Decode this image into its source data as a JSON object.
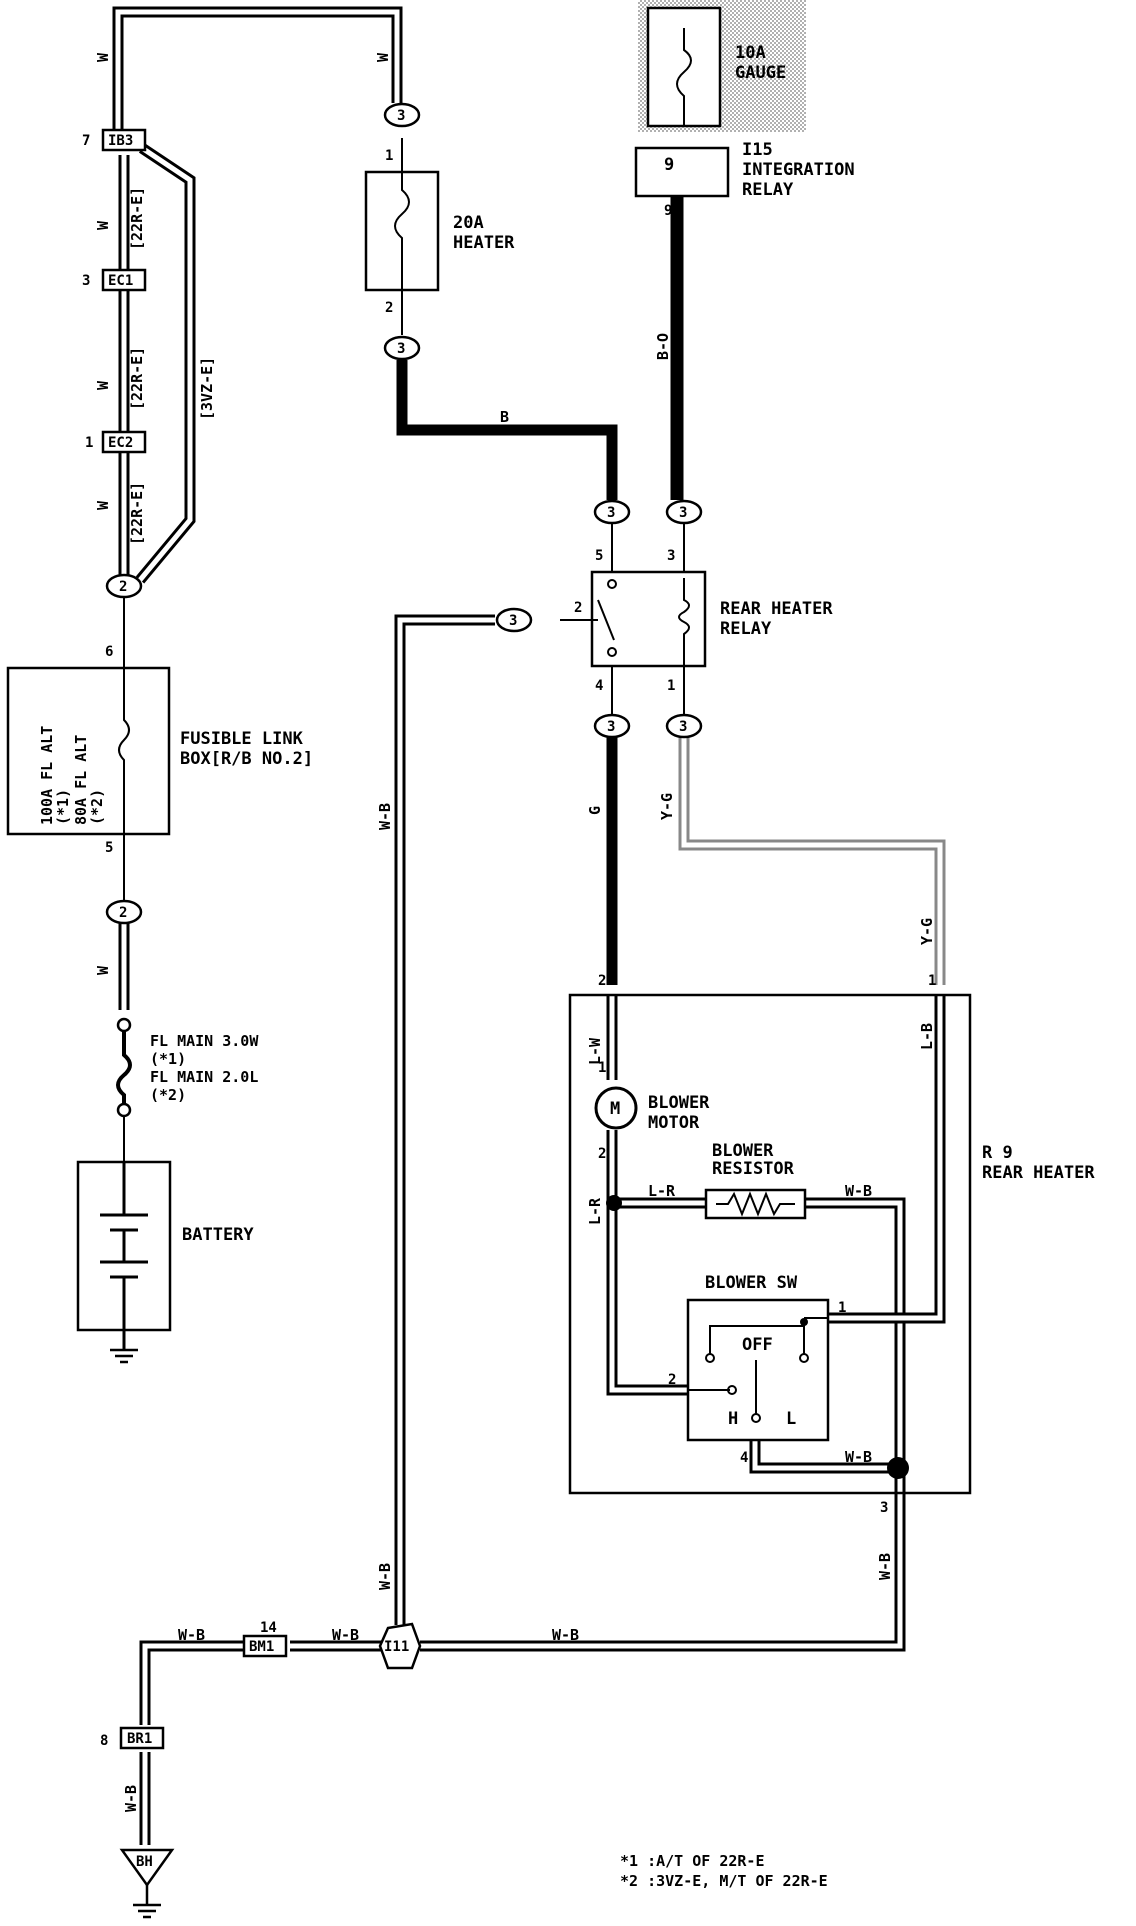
{
  "components": {
    "gauge_fuse": {
      "rating": "10A",
      "name": "GAUGE"
    },
    "integration_relay": {
      "id": "I15",
      "name": "INTEGRATION",
      "name2": "RELAY",
      "pin": "9"
    },
    "heater_fuse": {
      "rating": "20A",
      "name": "HEATER"
    },
    "rear_heater_relay": {
      "name": "REAR HEATER",
      "name2": "RELAY"
    },
    "fusible_link_box": {
      "name": "FUSIBLE LINK",
      "name2": "BOX[R/B NO.2]",
      "note1": "100A FL ALT",
      "note2": "(*1)",
      "note3": "80A FL ALT",
      "note4": "(*2)"
    },
    "fl_main": {
      "line1": "FL MAIN 3.0W",
      "line2": "(*1)",
      "line3": "FL MAIN 2.0L",
      "line4": "(*2)"
    },
    "battery": {
      "name": "BATTERY"
    },
    "rear_heater": {
      "id": "R 9",
      "name": "REAR HEATER"
    },
    "blower_motor": {
      "name": "BLOWER",
      "name2": "MOTOR",
      "symbol": "M"
    },
    "blower_resistor": {
      "name": "BLOWER",
      "name2": "RESISTOR"
    },
    "blower_sw": {
      "name": "BLOWER SW",
      "off": "OFF",
      "h": "H",
      "l": "L"
    }
  },
  "connectors": {
    "ib3": "IB3",
    "ec1": "EC1",
    "ec2": "EC2",
    "bm1": "BM1",
    "br1": "BR1",
    "i11": "I11",
    "bh": "BH",
    "c3": "3",
    "c2": "2"
  },
  "pins": {
    "ib3": "7",
    "ec1": "3",
    "ec2": "1",
    "bm1": "14",
    "br1": "8",
    "fuse_in": "1",
    "fuse_out": "2",
    "ir_out": "9",
    "relay_5": "5",
    "relay_3": "3",
    "relay_2": "2",
    "relay_4": "4",
    "relay_1": "1",
    "fl_in": "6",
    "fl_out": "5",
    "r9_2": "2",
    "r9_1": "1",
    "r9_3": "3",
    "mot_1": "1",
    "mot_2": "2",
    "sw_1": "1",
    "sw_2": "2",
    "sw_4": "4"
  },
  "wires": {
    "w": "W",
    "b": "B",
    "bo": "B-O",
    "g": "G",
    "yg": "Y-G",
    "wb": "W-B",
    "lw": "L-W",
    "lr": "L-R",
    "lb": "L-B",
    "e22r": "[22R-E]",
    "e3vz": "[3VZ-E]"
  },
  "notes": {
    "n1": "*1 :A/T OF 22R-E",
    "n2": "*2 :3VZ-E, M/T OF 22R-E"
  }
}
